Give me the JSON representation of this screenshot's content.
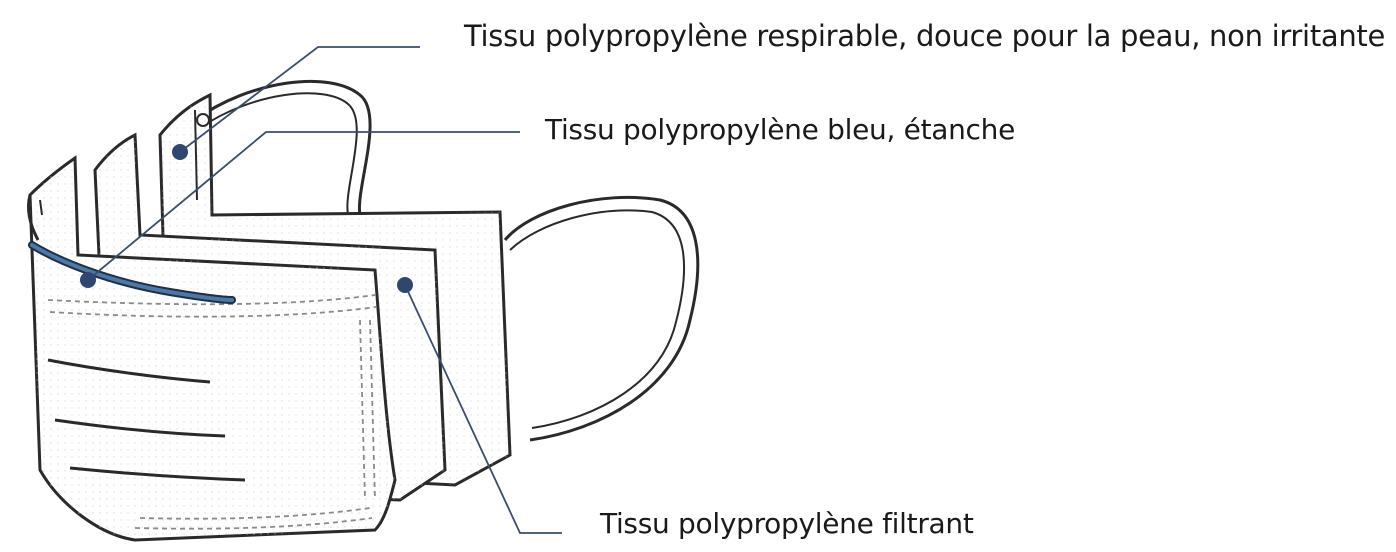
{
  "diagram": {
    "colors": {
      "outline": "#2a2a2a",
      "leader": "#3a4d6e",
      "dot": "#2f4670",
      "nose_wire": "#4a78a8",
      "stitch": "#8a8a8a",
      "background": "#ffffff"
    },
    "labels": {
      "inner_layer": "Tissu polypropylène respirable, douce pour la peau, non irritante",
      "middle_layer": "Tissu polypropylène bleu, étanche",
      "outer_layer": "Tissu polypropylène filtrant"
    }
  }
}
